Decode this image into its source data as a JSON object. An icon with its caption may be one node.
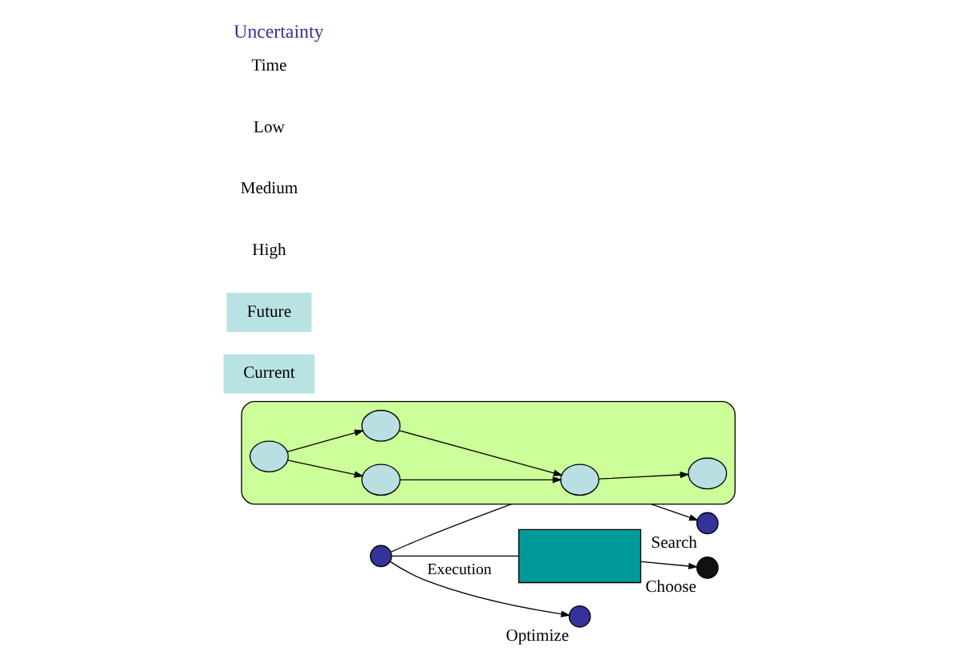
{
  "diagram": {
    "title": "Uncertainty",
    "nodes": [
      {
        "text": [],
        "shape": "star"
      },
      {
        "text": [],
        "shape": "ellipse",
        "in": 0
      },
      {
        "text": [],
        "shape": "ellipse",
        "in": 0
      },
      {
        "text": [],
        "shape": "ellipse",
        "in": 0
      },
      {
        "text": [],
        "shape": "ellipse",
        "in": 0
      },
      {
        "text": [],
        "shape": "ellipse",
        "in": 0
      },
      {
        "text": [],
        "shape": "circle",
        "beside": [
          "Search"
        ]
      },
      {
        "text": [],
        "shape": "circle",
        "beside": [
          "Choose"
        ]
      },
      {
        "text": [],
        "shape": "box"
      },
      {
        "text": [],
        "shape": "circle"
      },
      {
        "text": [],
        "shape": "circle",
        "beside": [
          "Optimize"
        ]
      },
      {
        "text": [
          "Current"
        ]
      },
      {
        "text": [
          "Future"
        ]
      }
    ],
    "edges": [
      {
        "from": 4,
        "to": 2,
        "arrow": "to"
      },
      {
        "from": 2,
        "to": 1,
        "arrow": "to"
      },
      {
        "from": 4,
        "to": 5,
        "arrow": "to"
      },
      {
        "from": 5,
        "to": 1,
        "arrow": "to"
      },
      {
        "from": 1,
        "to": 3,
        "arrow": "to"
      },
      {
        "from": 0,
        "to": 6,
        "arrow": "to"
      },
      {
        "from": 9,
        "to": 0,
        "arrow": "none"
      },
      {
        "from": 9,
        "to": 8,
        "arrow": "none"
      },
      {
        "from": 8,
        "to": 7,
        "arrow": "to"
      },
      {
        "from": 9,
        "to": 10,
        "arrow": "to",
        "label": "Execution"
      }
    ],
    "labels": [
      "High",
      "Medium",
      "Low",
      "Time"
    ]
  }
}
